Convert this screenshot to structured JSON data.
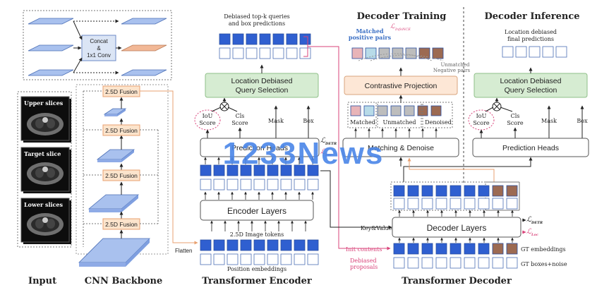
{
  "sections": {
    "input": "Input",
    "cnn": "CNN Backbone",
    "encoder": "Transformer Encoder",
    "decoder": "Transformer Decoder",
    "dec_training": "Decoder Training",
    "dec_inference": "Decoder Inference"
  },
  "input": {
    "upper": "Upper slices",
    "target": "Target slice",
    "lower": "Lower slices"
  },
  "cnn": {
    "concat_line1": "Concat",
    "concat_line2": "&",
    "concat_line3": "1x1 Conv",
    "fusion": "2.5D Fusion"
  },
  "encoder": {
    "top_caption_1": "Debiased top-k queries",
    "top_caption_2": "and box predictions",
    "ldqs_1": "Location Debiased",
    "ldqs_2": "Query Selection",
    "iou_1": "IoU",
    "iou_2": "Score",
    "cls_1": "Cls",
    "cls_2": "Score",
    "mask": "Mask",
    "box": "Box",
    "pred_heads": "Prediction Heads",
    "loss_1": "ℒ",
    "loss_1_sub": "DETR",
    "loss_2": "ℒ",
    "loss_2_sub": "Loc",
    "enc_layers": "Encoder Layers",
    "image_tokens": "2.5D Image tokens",
    "position_emb": "Position embeddings",
    "flatten": "Flatten"
  },
  "training": {
    "matched_pos_1": "Matched",
    "matched_pos_2": "positive pairs",
    "info_nce": "ℒ",
    "info_nce_sub": "InfoNCE",
    "unmatched_neg_1": "Unmatched",
    "unmatched_neg_2": "Negative pairs",
    "contrastive": "Contrastive Projection",
    "matched": "Matched",
    "unmatched": "Unmatched",
    "denoised": "Denoised",
    "match_denoise": "Matching & Denoise"
  },
  "decoder": {
    "key_value": "Key&Value",
    "dec_layers": "Decoder Layers",
    "loss_1": "ℒ",
    "loss_1_sub": "DETR",
    "loss_2": "ℒ",
    "loss_2_sub": "Loc",
    "init_contents": "Init contents",
    "debiased_1": "Debiased",
    "debiased_2": "proposals",
    "gt_emb": "GT embeddings",
    "gt_boxes": "GT boxes+noise"
  },
  "inference": {
    "caption_1": "Location debiased",
    "caption_2": "final predictions",
    "ldqs_1": "Location Debiased",
    "ldqs_2": "Query Selection",
    "iou_1": "IoU",
    "iou_2": "Score",
    "cls_1": "Cls",
    "cls_2": "Score",
    "mask": "Mask",
    "box": "Box",
    "pred_heads": "Prediction Heads"
  },
  "watermark": "1233News",
  "colors": {
    "token_blue": "#2f5fd0",
    "green_box": "#d6ecd2",
    "orange_box": "#fde7d6",
    "fusion_box": "#fce4cc",
    "pink": "#d9437a",
    "brown": "#9c6a52",
    "slab_blue": "#a9c1ee",
    "watermark": "#4a86e8"
  }
}
